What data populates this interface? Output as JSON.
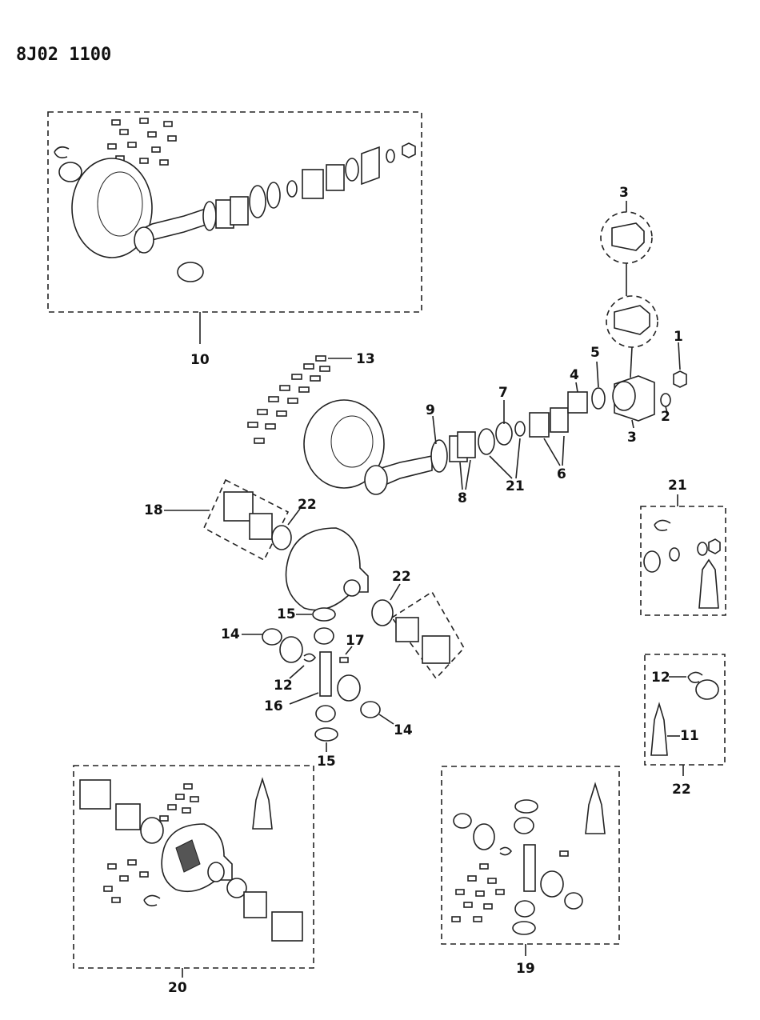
{
  "header": {
    "code": "8J02 1100"
  },
  "callouts": [
    "1",
    "2",
    "3",
    "4",
    "5",
    "6",
    "7",
    "8",
    "9",
    "10",
    "11",
    "12",
    "13",
    "14",
    "15",
    "16",
    "17",
    "18",
    "19",
    "20",
    "21",
    "22"
  ],
  "colors": {
    "ink": "#222222",
    "background": "#ffffff"
  }
}
